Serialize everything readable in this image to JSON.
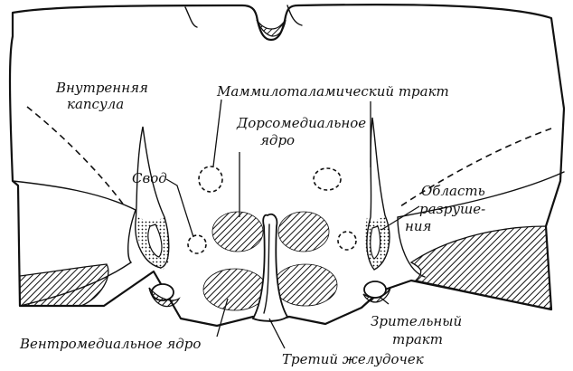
{
  "labels": {
    "internal_capsule_1": "Внутренняя",
    "internal_capsule_2": "капсула",
    "mammillothalamic": "Маммилоталамический тракт",
    "dorsomedial_1": "Дорсомедиальное",
    "dorsomedial_2": "ядро",
    "fornix": "Свод",
    "lesion_1": "Область",
    "lesion_2": "разруше-",
    "lesion_3": "ния",
    "optic_tract_1": "Зрительный",
    "optic_tract_2": "тракт",
    "ventromedial": "Вентромедиальное ядро",
    "third_ventricle": "Третий желудочек"
  }
}
